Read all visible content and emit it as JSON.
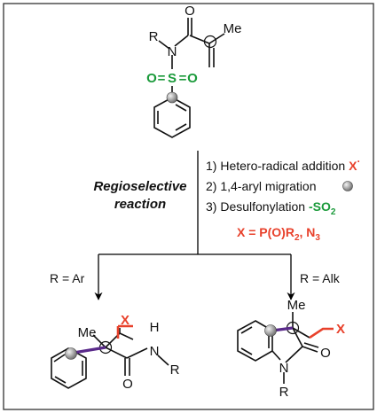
{
  "colors": {
    "black": "#111111",
    "red": "#e8412b",
    "green": "#1a9a3a",
    "purple": "#5a2a8a",
    "frame": "#333333",
    "arrow": "#000000",
    "sphere_light": "#f4f4f4",
    "sphere_dark": "#6a6a6a"
  },
  "starting_material": {
    "r_label": "R",
    "n_label": "N",
    "o_carbonyl": "O",
    "me_label": "Me",
    "sulfonyl": {
      "o_left": "O",
      "s": "S",
      "o_right": "O",
      "eq1": "=",
      "eq2": "="
    }
  },
  "conditions": {
    "left_title": [
      "Regioselective",
      "reaction"
    ],
    "steps": [
      {
        "text": "1) Hetero-radical addition ",
        "suffix": "X",
        "suffix_color": "red"
      },
      {
        "text": "2) 1,4-aryl migration",
        "icon": "grey-sphere-icon"
      },
      {
        "text": "3) Desulfonylation ",
        "suffix": "-SO",
        "suffix_sub": "2",
        "suffix_color": "green"
      }
    ],
    "x_definition": {
      "prefix": "X = P(O)R",
      "sub": "2",
      "suffix": ", N",
      "sub2": "3"
    }
  },
  "branches": {
    "left": {
      "label": "R = Ar"
    },
    "right": {
      "label": "R = Alk"
    }
  },
  "product_left": {
    "x_label": "X",
    "me_label": "Me",
    "n_label": "N",
    "h_label": "H",
    "r_label": "R",
    "o_label": "O"
  },
  "product_right": {
    "me_label": "Me",
    "x_label": "X",
    "o_label": "O",
    "n_label": "N",
    "r_label": "R"
  }
}
